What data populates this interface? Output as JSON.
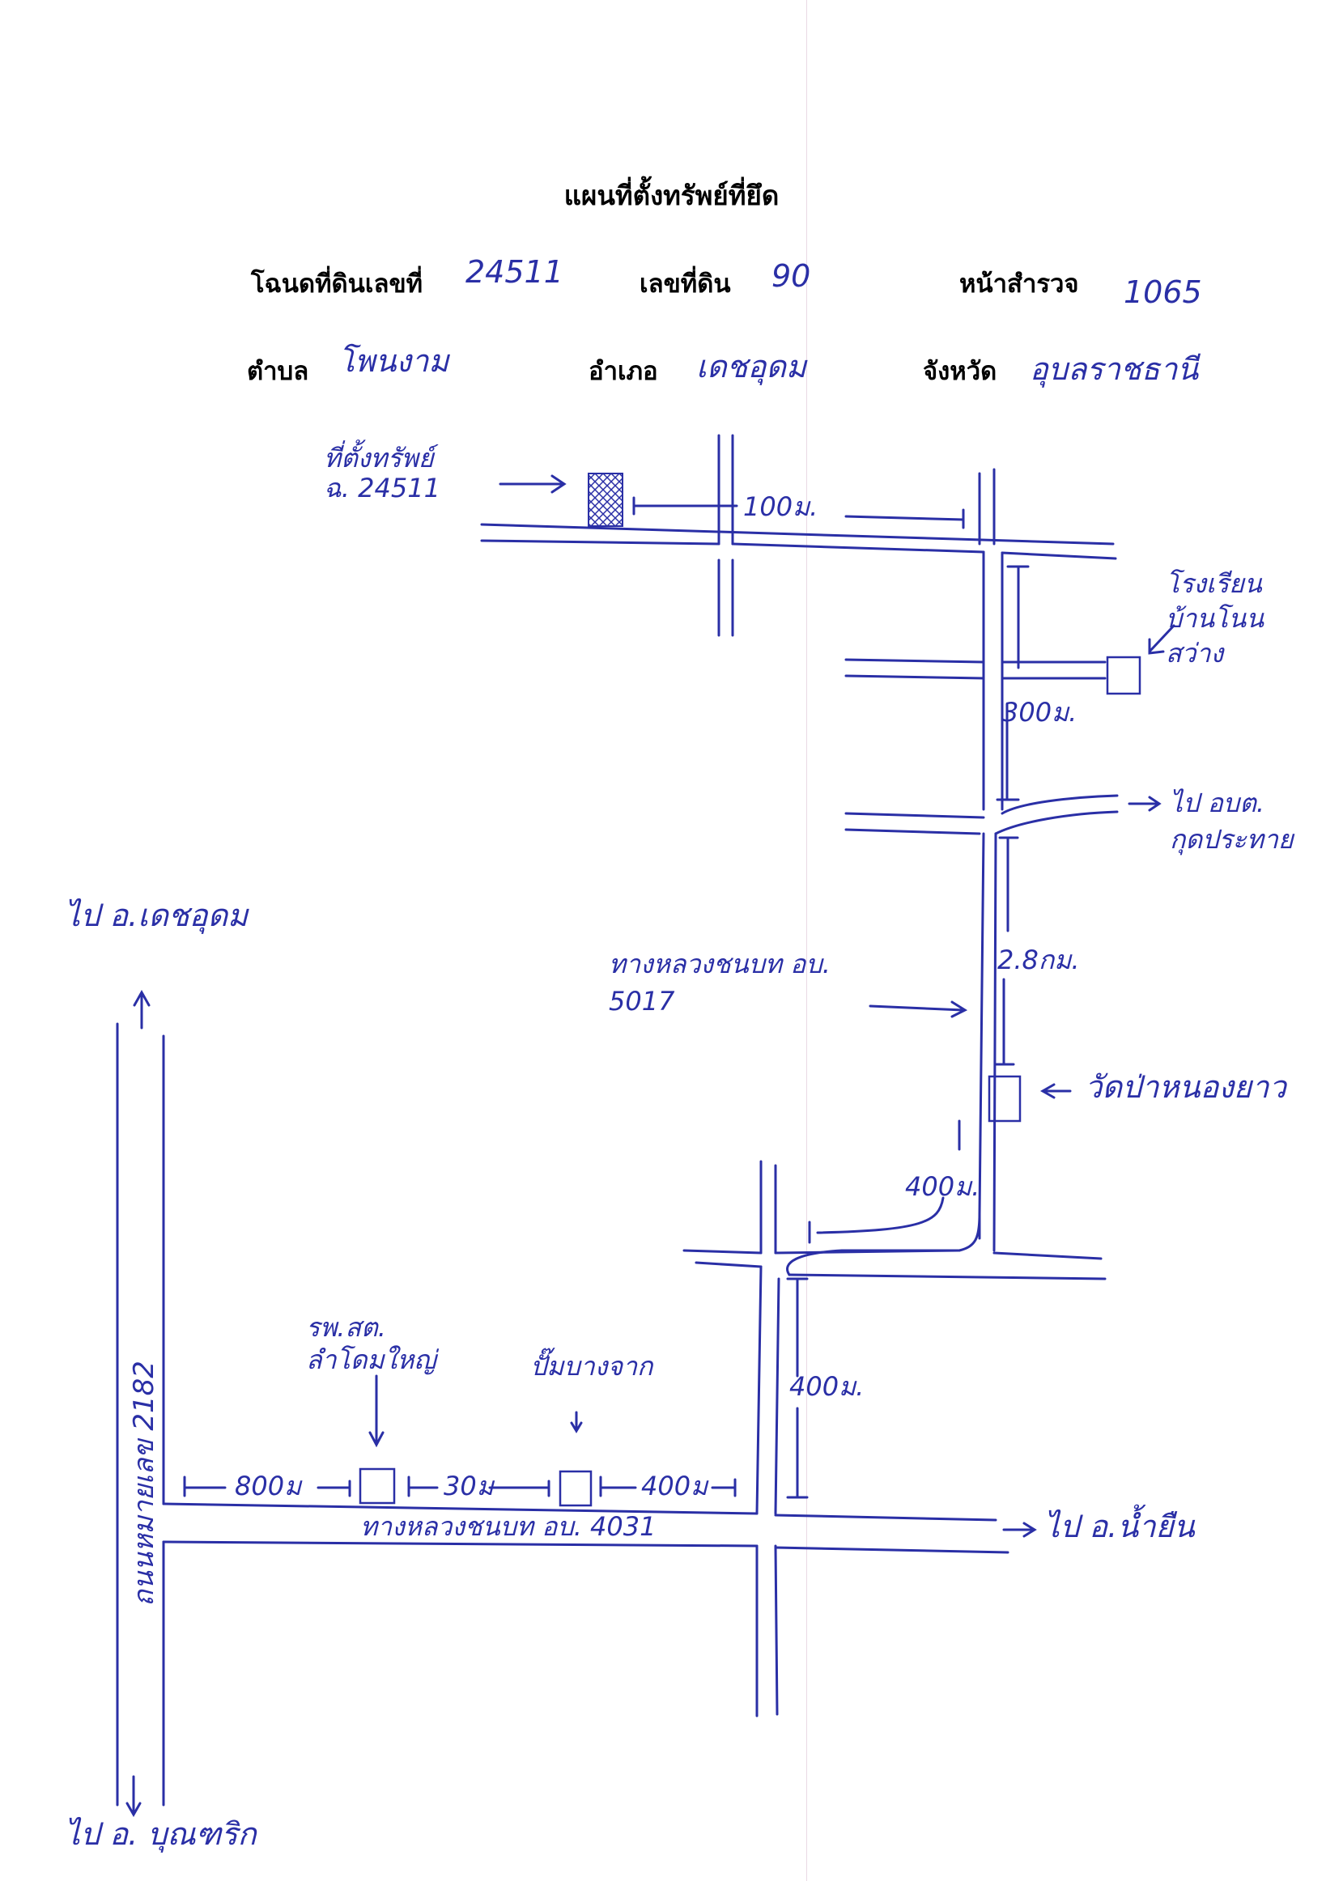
{
  "document": {
    "title": "แผนที่ตั้งทรัพย์ที่ยึด",
    "fields": {
      "deed_label": "โฉนดที่ดินเลขที่",
      "deed_value": "24511",
      "land_no_label": "เลขที่ดิน",
      "land_no_value": "90",
      "survey_page_label": "หน้าสำรวจ",
      "survey_page_value": "1065",
      "tambon_label": "ตำบล",
      "tambon_value": "โพนงาม",
      "amphoe_label": "อำเภอ",
      "amphoe_value": "เดชอุดม",
      "province_label": "จังหวัด",
      "province_value": "อุบลราชธานี"
    }
  },
  "map": {
    "property_label": "ที่ตั้งทรัพย์\nฉ. 24511",
    "distance_100m": "100ม.",
    "school_label": "โรงเรียน\nบ้านโนน\nสว่าง",
    "distance_300m": "300ม.",
    "to_sao_label": "ไป อบต.\nกุดประทาย",
    "to_dechudom": "ไป อ.เดชอุดม",
    "rural_road_5017": "ทางหลวงชนบท อบ.\n5017",
    "distance_2_8km": "2.8กม.",
    "temple_label": "วัดป่าหนองยาว",
    "distance_400m_a": "400ม.",
    "distance_400m_b": "400ม.",
    "hospital_label": "รพ.สต.\nลำโดมใหญ่",
    "gas_station_label": "ปั๊มบางจาก",
    "highway_2182": "ถนนหมายเลข 2182",
    "distance_800m": "800ม",
    "distance_30m": "30ม",
    "distance_400m_c": "400ม",
    "rural_road_4031": "ทางหลวงชนบท อบ. 4031",
    "to_nam_yuen": "ไป อ.น้ำยืน",
    "to_buntharik": "ไป อ. บุณฑริก",
    "colors": {
      "ink": "#2a2fa6"
    }
  }
}
